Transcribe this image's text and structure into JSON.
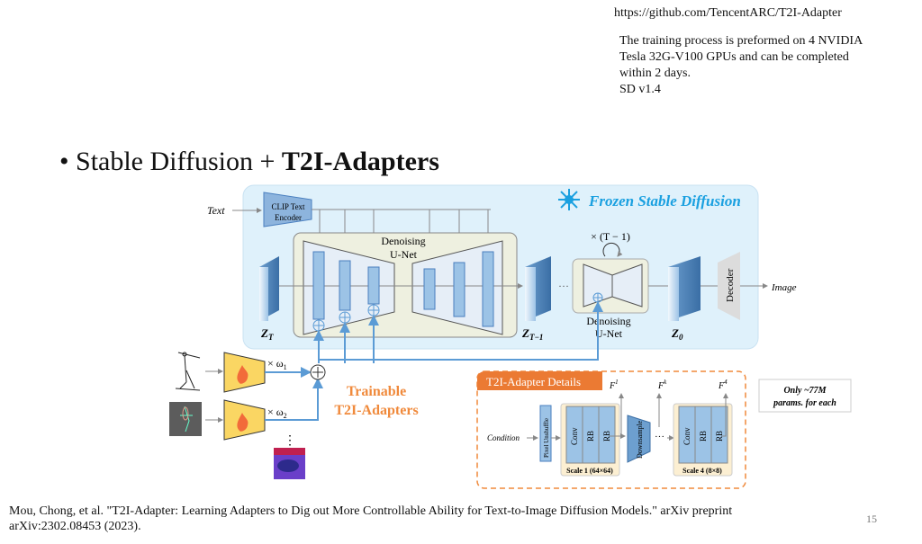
{
  "header": {
    "url": "https://github.com/TencentARC/T2I-Adapter",
    "note_lines": [
      "The training process is preformed on 4 NVIDIA",
      "Tesla 32G-V100 GPUs and can be completed",
      "within 2 days.",
      "SD v1.4"
    ]
  },
  "slide": {
    "bullet_prefix": "Stable Diffusion + ",
    "bullet_bold": "T2I-Adapters",
    "page_number": "15"
  },
  "diagram": {
    "frozen_title": "Frozen Stable Diffusion",
    "text_input": "Text",
    "clip_line1": "CLIP Text",
    "clip_line2": "Encoder",
    "unet_label1": "Denoising",
    "unet_label2": "U-Net",
    "z_t": "Z",
    "z_t_sub": "T",
    "z_t1": "Z",
    "z_t1_sub": "T−1",
    "z_0": "Z",
    "z_0_sub": "0",
    "ellipsis": "···",
    "repeat_label": "× (T − 1)",
    "unet2_label1": "Denoising",
    "unet2_label2": "U-Net",
    "decoder": "Decoder",
    "output": "Image",
    "weight1": "× ω",
    "weight1_sub": "1",
    "weight2": "× ω",
    "weight2_sub": "2",
    "trainable1": "Trainable",
    "trainable2": "T2I-Adapters",
    "details_title": "T2I-Adapter Details",
    "condition": "Condition",
    "pixel_unshuffle": "Pixel Unshuffle",
    "conv": "Conv",
    "rb": "RB",
    "downsample": "Downsample",
    "scale1": "Scale 1 (64×64)",
    "scale4": "Scale 4 (8×8)",
    "fc1": "F",
    "fc1_sup": "1",
    "fck": "F",
    "fck_sup": "k",
    "fc4": "F",
    "fc4_sup": "4",
    "fc_sub": "c",
    "params1": "Only ~77M",
    "params2": "params. for each",
    "colors": {
      "frozen_bg": "#dff1fb",
      "frozen_title": "#1aa0e0",
      "unet_bg": "#eef0e0",
      "block": "#9cc3e6",
      "block_border": "#4a7fbf",
      "adapter_fill": "#fad663",
      "flame": "#f26b3a",
      "trainable": "#f08a3c",
      "details_border": "#f08a3c",
      "details_title_bg": "#eb7a33",
      "scale_bg": "#fcefd2",
      "blue_line": "#5b9bd5"
    }
  },
  "footer": {
    "citation_line1": "Mou, Chong, et al. \"T2I-Adapter: Learning Adapters to Dig out More Controllable Ability for Text-to-Image Diffusion Models.\" arXiv preprint",
    "citation_line2": "arXiv:2302.08453 (2023)."
  }
}
